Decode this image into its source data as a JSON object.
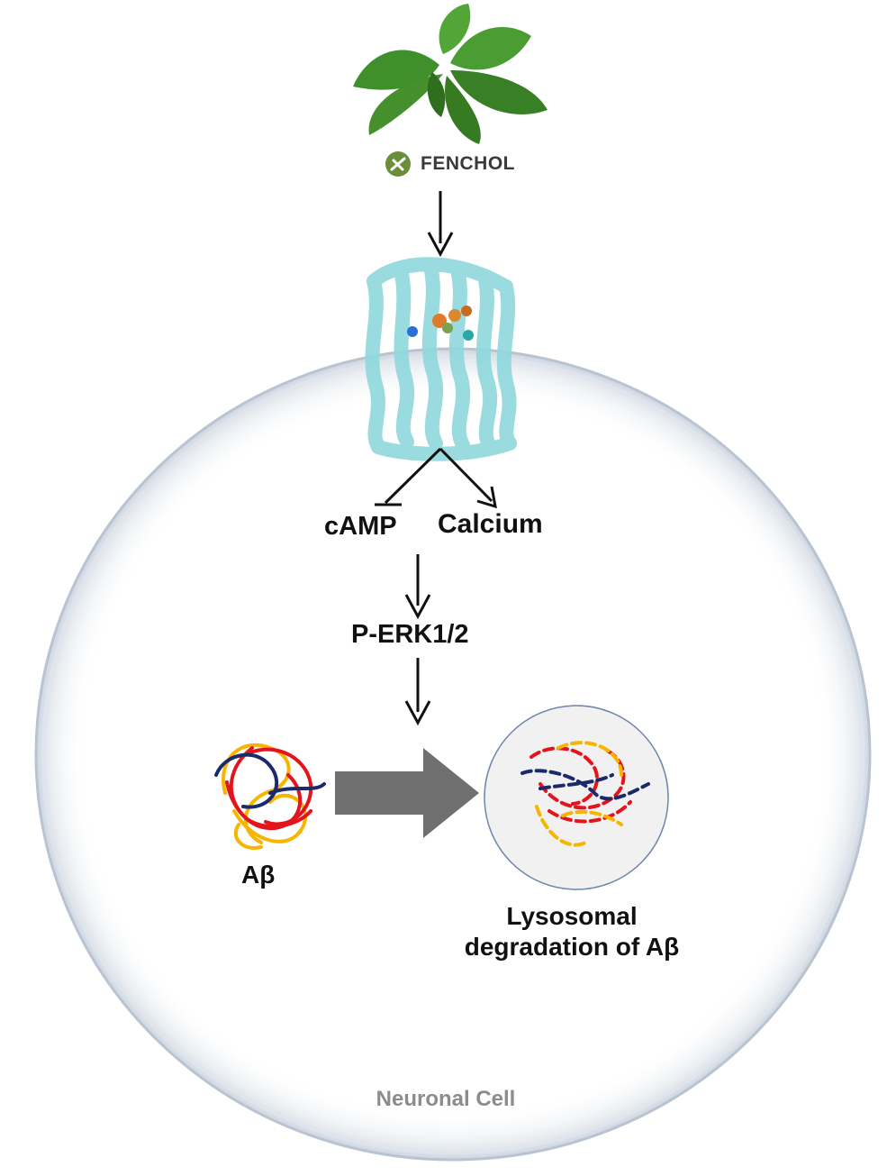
{
  "labels": {
    "fenchol": "FENCHOL",
    "camp": "cAMP",
    "calcium": "Calcium",
    "perk": "P-ERK1/2",
    "abeta": "Aβ",
    "lysosomal": "Lysosomal degradation of Aβ",
    "neuronal_cell": "Neuronal Cell"
  },
  "colors": {
    "leaf_green": "#3f8f2a",
    "receptor_cyan": "#8fd8dc",
    "arrow_black": "#111111",
    "block_arrow_gray": "#6f6f6f",
    "cell_border": "#b9c4d2",
    "lysosome_fill": "#f1f1f1",
    "lysosome_border": "#6f86a8",
    "strand_red": "#e3141c",
    "strand_yellow": "#f7b500",
    "strand_navy": "#1b2a6b",
    "icon_green": "#6b8e3a"
  },
  "icons": [
    "basil-leaves",
    "fenchol-logo-icon",
    "gpcr-receptor-icon",
    "amyloid-aggregate-icon",
    "lysosome-icon"
  ]
}
